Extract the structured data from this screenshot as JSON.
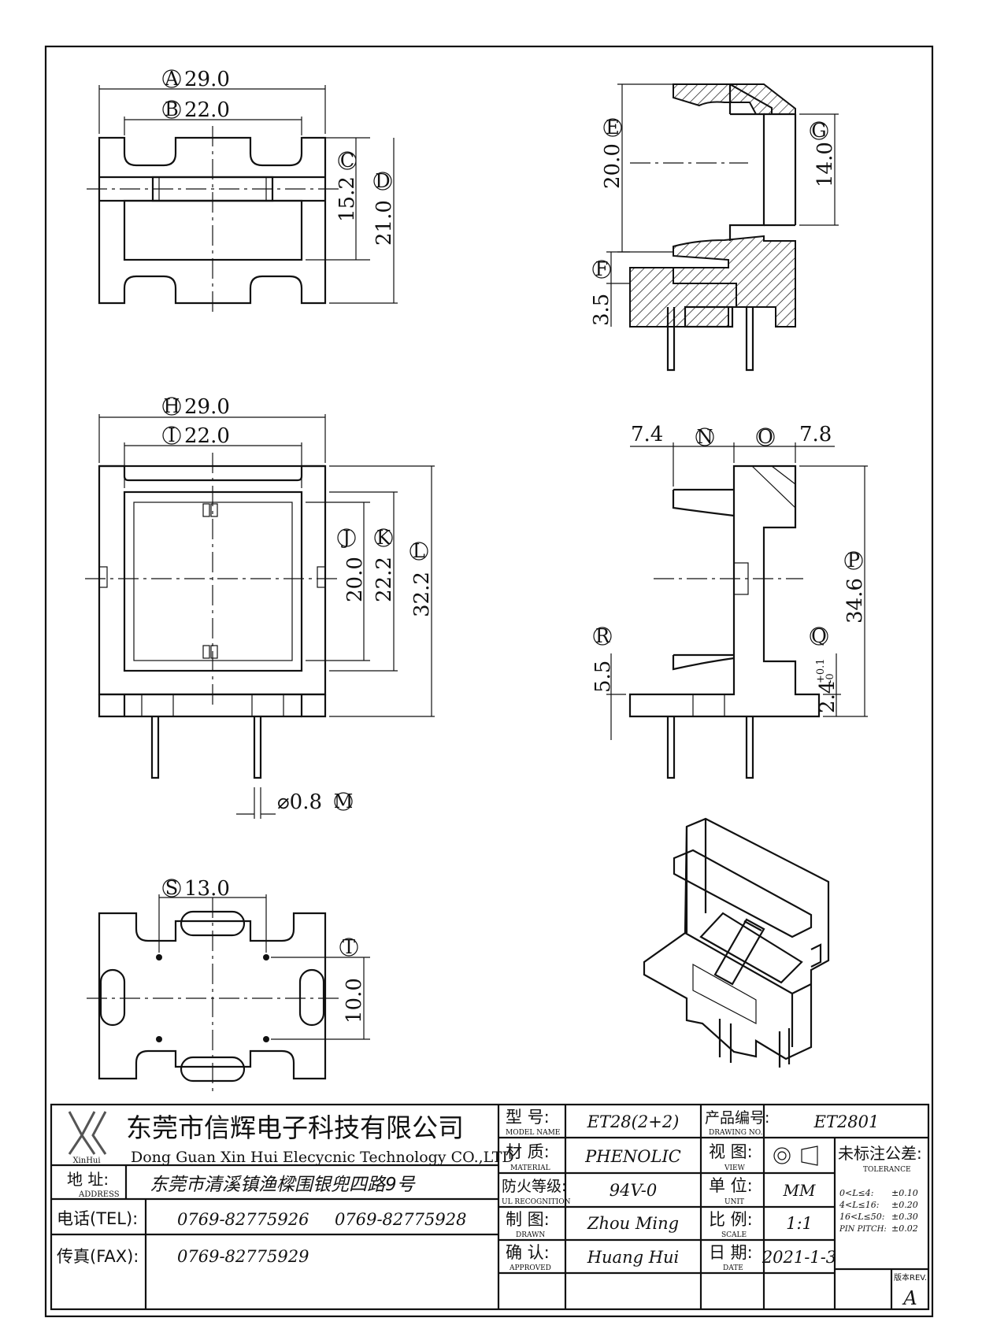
{
  "dimensions": {
    "A": {
      "letter": "A",
      "value": "29.0"
    },
    "B": {
      "letter": "B",
      "value": "22.0"
    },
    "C": {
      "letter": "C",
      "value": "15.2"
    },
    "D": {
      "letter": "D",
      "value": "21.0"
    },
    "E": {
      "letter": "E",
      "value": "20.0"
    },
    "F": {
      "letter": "F",
      "value": "3.5"
    },
    "G": {
      "letter": "G",
      "value": "14.0"
    },
    "H": {
      "letter": "H",
      "value": "29.0"
    },
    "I": {
      "letter": "I",
      "value": "22.0"
    },
    "J": {
      "letter": "J",
      "value": "20.0"
    },
    "K": {
      "letter": "K",
      "value": "22.2"
    },
    "L": {
      "letter": "L",
      "value": "32.2"
    },
    "M": {
      "letter": "M",
      "value": "⌀0.8"
    },
    "N": {
      "letter": "N",
      "value": "7.4"
    },
    "O": {
      "letter": "O",
      "value": "7.8"
    },
    "P": {
      "letter": "P",
      "value": "34.6"
    },
    "Q": {
      "letter": "Q",
      "value": "2.4",
      "tol_plus": "+0.1",
      "tol_minus": "-0"
    },
    "R": {
      "letter": "R",
      "value": "5.5"
    },
    "S": {
      "letter": "S",
      "value": "13.0"
    },
    "T": {
      "letter": "T",
      "value": "10.0"
    }
  },
  "title_block": {
    "logo_text": "XinHui",
    "company_cn": "东莞市信辉电子科技有限公司",
    "company_en": "Dong Guan Xin Hui Elecycnic Technology CO.,LTD",
    "address_label_cn": "地  址:",
    "address_label_en": "ADDRESS",
    "address_value": "东莞市清溪镇渔樑围银兜四路9号",
    "tel_label": "电话(TEL):",
    "tel_value_1": "0769-82775926",
    "tel_value_2": "0769-82775928",
    "fax_label": "传真(FAX):",
    "fax_value": "0769-82775929",
    "model_label_cn": "型  号:",
    "model_label_en": "MODEL NAME",
    "model_value": "ET28(2+2)",
    "material_label_cn": "材  质:",
    "material_label_en": "MATERIAL",
    "material_value": "PHENOLIC",
    "ul_label_cn": "防火等级:",
    "ul_label_en": "UL RECOGNITION",
    "ul_value": "94V-0",
    "drawn_label_cn": "制  图:",
    "drawn_label_en": "DRAWN",
    "drawn_value": "Zhou Ming",
    "approved_label_cn": "确  认:",
    "approved_label_en": "APPROVED",
    "approved_value": "Huang Hui",
    "drawing_no_label_cn": "产品编号:",
    "drawing_no_label_en": "DRAWING NO.",
    "drawing_no_value": "ET2801",
    "view_label_cn": "视  图:",
    "view_label_en": "VIEW",
    "unit_label_cn": "单  位:",
    "unit_label_en": "UNIT",
    "unit_value": "MM",
    "scale_label_cn": "比  例:",
    "scale_label_en": "SCALE",
    "scale_value": "1:1",
    "date_label_cn": "日  期:",
    "date_label_en": "DATE",
    "date_value": "2021-1-3",
    "tolerance_label_cn": "未标注公差:",
    "tolerance_label_en": "TOLERANCE",
    "tolerance_rows": [
      {
        "range": "0<L≤4:",
        "value": "±0.10"
      },
      {
        "range": "4<L≤16:",
        "value": "±0.20"
      },
      {
        "range": "16<L≤50:",
        "value": "±0.30"
      },
      {
        "range": "PIN PITCH:",
        "value": "±0.02"
      }
    ],
    "rev_label": "版本REV.",
    "rev_value": "A"
  }
}
